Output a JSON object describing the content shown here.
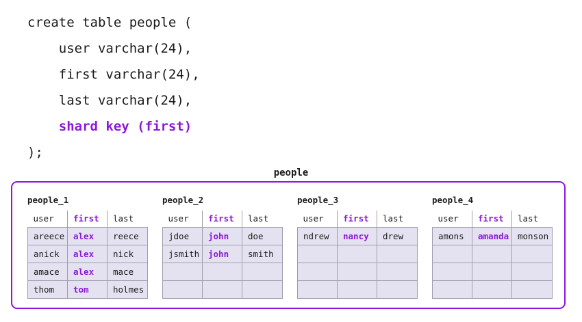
{
  "colors": {
    "accent_purple": "#8B18D9",
    "container_border": "#9013DE",
    "cell_fill": "#E4E2F0",
    "cell_border": "#9f9cae",
    "text": "#1a1a1a"
  },
  "sql": {
    "lines": [
      [
        {
          "text": "create table people (",
          "kw": false
        }
      ],
      [
        {
          "text": "    user varchar(24),",
          "kw": false
        }
      ],
      [
        {
          "text": "    first varchar(24),",
          "kw": false
        }
      ],
      [
        {
          "text": "    last varchar(24),",
          "kw": false
        }
      ],
      [
        {
          "text": "    ",
          "kw": false
        },
        {
          "text": "shard key (first)",
          "kw": true
        }
      ],
      [
        {
          "text": ");",
          "kw": false
        }
      ]
    ]
  },
  "diagram": {
    "title": "people",
    "columns": [
      "user",
      "first",
      "last"
    ],
    "key_column": "first",
    "rows_per_shard": 4,
    "shards": [
      {
        "label": "people_1",
        "rows": [
          {
            "user": "areece",
            "first": "alex",
            "last": "reece"
          },
          {
            "user": "anick",
            "first": "alex",
            "last": "nick"
          },
          {
            "user": "amace",
            "first": "alex",
            "last": "mace"
          },
          {
            "user": "thom",
            "first": "tom",
            "last": "holmes"
          }
        ]
      },
      {
        "label": "people_2",
        "rows": [
          {
            "user": "jdoe",
            "first": "john",
            "last": "doe"
          },
          {
            "user": "jsmith",
            "first": "john",
            "last": "smith"
          },
          {
            "user": "",
            "first": "",
            "last": ""
          },
          {
            "user": "",
            "first": "",
            "last": ""
          }
        ]
      },
      {
        "label": "people_3",
        "rows": [
          {
            "user": "ndrew",
            "first": "nancy",
            "last": "drew"
          },
          {
            "user": "",
            "first": "",
            "last": ""
          },
          {
            "user": "",
            "first": "",
            "last": ""
          },
          {
            "user": "",
            "first": "",
            "last": ""
          }
        ]
      },
      {
        "label": "people_4",
        "rows": [
          {
            "user": "amons",
            "first": "amanda",
            "last": "monson"
          },
          {
            "user": "",
            "first": "",
            "last": ""
          },
          {
            "user": "",
            "first": "",
            "last": ""
          },
          {
            "user": "",
            "first": "",
            "last": ""
          }
        ]
      }
    ]
  }
}
